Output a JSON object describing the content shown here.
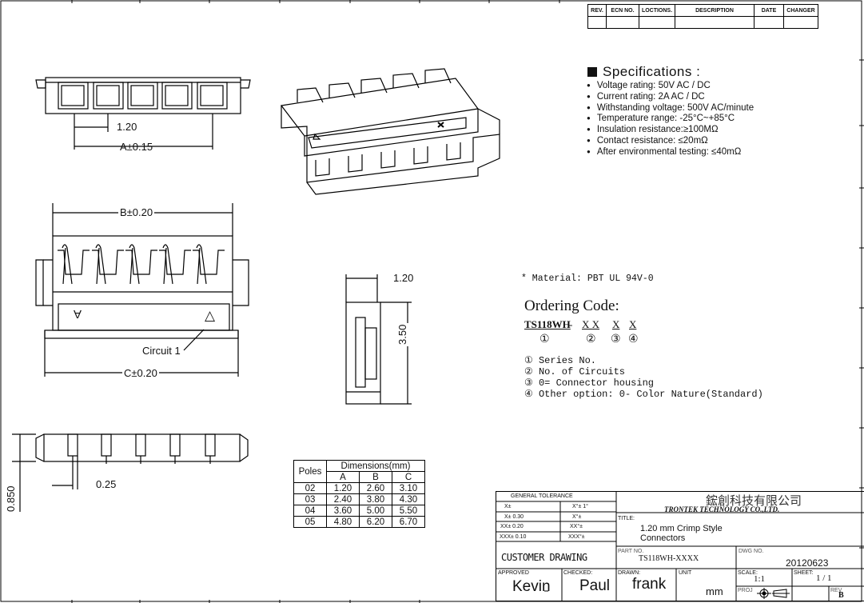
{
  "revision_header": [
    "REV.",
    "ECN NO.",
    "LOCTIONS.",
    "DESCRIPTION",
    "DATE",
    "CHANGER"
  ],
  "specifications": {
    "title": "Specifications :",
    "items": [
      "Voltage rating: 50V AC / DC",
      "Current rating: 2A  AC / DC",
      "Withstanding voltage: 500V AC/minute",
      "Temperature range: -25°C~+85°C",
      "Insulation resistance:≥100MΩ",
      "Contact resistance: ≤20mΩ",
      "After environmental testing: ≤40mΩ"
    ]
  },
  "material": "* Material:  PBT  UL  94V-0",
  "ordering": {
    "title": "Ordering Code:",
    "code": "TS118WH",
    "dash": "-",
    "parts": [
      "X X",
      "X",
      "X"
    ],
    "circled": [
      "①",
      "②",
      "③",
      "④"
    ],
    "legend": [
      "① Series No.",
      "② No. of Circuits",
      "③ 0= Connector housing",
      "④ Other option: 0- Color Nature(Standard)"
    ]
  },
  "dimensions": {
    "pitch_top": "1.20",
    "a_tol": "A±0.15",
    "b_tol": "B±0.20",
    "c_tol": "C±0.20",
    "circuit": "Circuit 1",
    "side_width": "1.20",
    "side_height": "3.50",
    "pin_width": "0.25",
    "pin_height": "0.850",
    "mark_a": "A",
    "mark_tri": "△"
  },
  "dim_table": {
    "poles_header": "Poles",
    "group_header": "Dimensions(mm)",
    "cols": [
      "A",
      "B",
      "C"
    ],
    "rows": [
      [
        "02",
        "1.20",
        "2.60",
        "3.10"
      ],
      [
        "03",
        "2.40",
        "3.80",
        "4.30"
      ],
      [
        "04",
        "3.60",
        "5.00",
        "5.50"
      ],
      [
        "05",
        "4.80",
        "6.20",
        "6.70"
      ]
    ]
  },
  "title_block": {
    "general_tolerance": "GENERAL  TOLERANCE",
    "tol_rows": [
      [
        "X±",
        "X°± 1°"
      ],
      [
        "X± 0.30",
        "X°±"
      ],
      [
        "XX± 0.20",
        "XX°±"
      ],
      [
        "XXX± 0.10",
        "XXX°±"
      ]
    ],
    "company_cn": "鋐創科技有限公司",
    "company_en": "TRONTEK TECHNOLOGY CO.,LTD.",
    "title_label": "TITLE:",
    "title": "1.20  mm  Crimp  Style",
    "title2": "Connectors",
    "customer": "CUSTOMER  DRAWING",
    "part_label": "PART NO.",
    "part_no": "TS118WH-XXXX",
    "dwg_label": "DWG NO.",
    "dwg_no": "20120623",
    "approved_label": "APPROVED",
    "approved": "Kevin",
    "checked_label": "CHECKED:",
    "checked": "Paul",
    "drawn_label": "DRAWN:",
    "drawn": "frank",
    "unit_label": "UNIT",
    "unit": "mm",
    "scale_label": "SCALE:",
    "scale": "1:1",
    "sheet_label": "SHEET:",
    "sheet": "1  /  1",
    "proj_label": "PROJ",
    "rev_label": "REV",
    "rev": "B"
  }
}
